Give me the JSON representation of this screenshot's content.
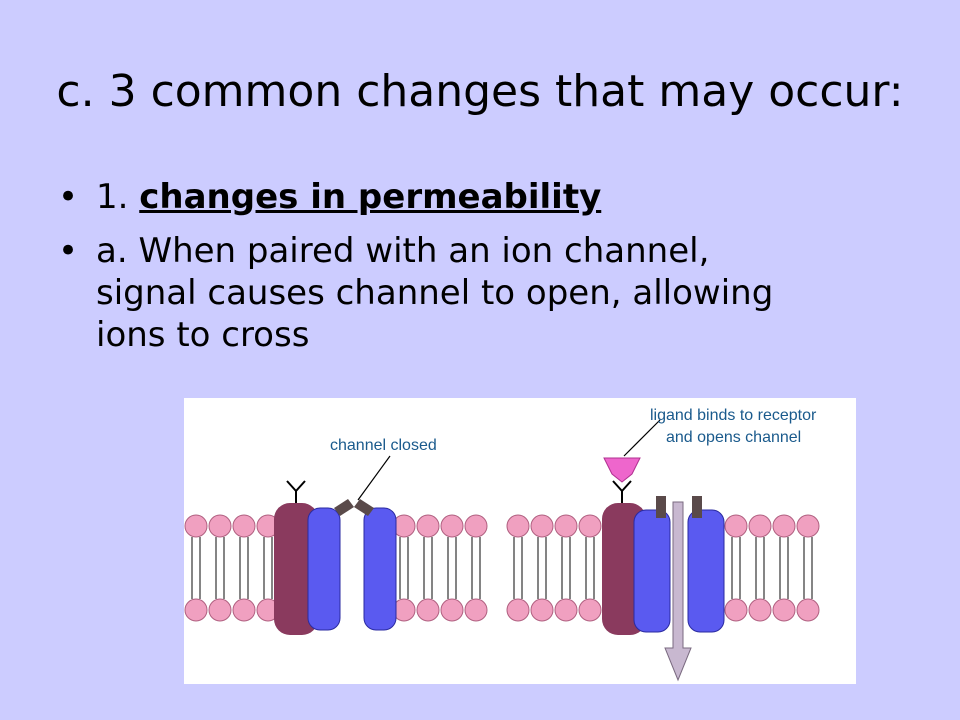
{
  "slide": {
    "title": "c. 3 common changes that may occur:",
    "bullets": [
      {
        "marker": "•",
        "prefix": "1. ",
        "emphasis": "changes in permeability"
      },
      {
        "marker": "•",
        "text_lines": [
          "a. When paired with an ion channel,",
          "signal causes channel to open, allowing",
          "ions to cross"
        ]
      }
    ]
  },
  "figure": {
    "label_closed": "channel closed",
    "label_open_line1": "ligand binds to receptor",
    "label_open_line2": "and opens channel"
  },
  "colors": {
    "background": "#ccccff",
    "receptor": "#8a3a5e",
    "channel": "#5a5af0",
    "phospholipid_head": "#f0a0c0",
    "ligand": "#ee66cc",
    "arrow": "#c8b8d0",
    "label_text": "#1a5a8c"
  },
  "icons": {
    "bullet": "bullet-dot",
    "arrow": "ion-flow-arrow"
  }
}
